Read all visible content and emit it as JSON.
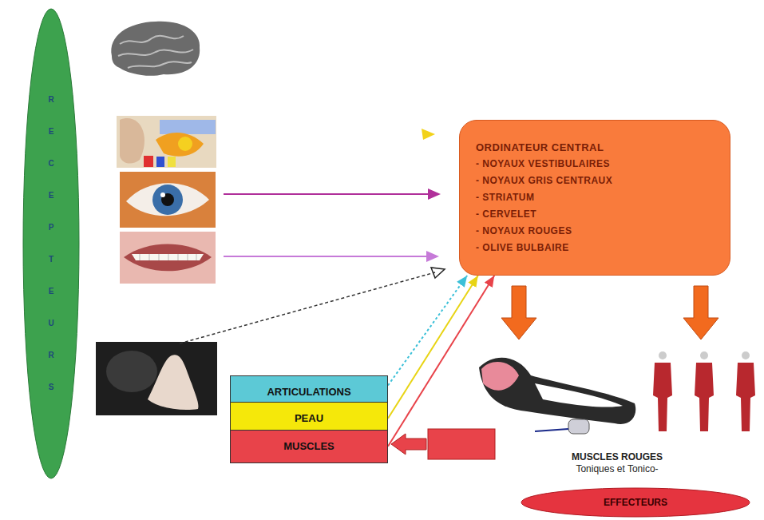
{
  "diagram": {
    "nodes": [
      {
        "text": [
          "RECEPTEURS"
        ]
      },
      {
        "text": [
          "ORDINATEUR CENTRAL",
          "- NOYAUX VESTIBULAIRES",
          "- NOYAUX GRIS CENTRAUX",
          "- STRIATUM",
          "- CERVELET",
          "- NOYAUX ROUGES",
          "- OLIVE BULBAIRE"
        ]
      },
      {
        "text": [
          "ARTICULATIONS"
        ]
      },
      {
        "text": [
          "PEAU"
        ]
      },
      {
        "text": [
          "MUSCLES"
        ]
      },
      {
        "text": [
          "EFFECTEURS"
        ]
      }
    ],
    "edges": [
      {
        "from": 2,
        "to": 1,
        "arrow": "to"
      },
      {
        "from": 3,
        "to": 1,
        "arrow": "to"
      },
      {
        "from": 4,
        "to": 1,
        "arrow": "to"
      }
    ],
    "labels": [
      "MUSCLES ROUGES",
      "Toniques et Tonico-"
    ]
  }
}
